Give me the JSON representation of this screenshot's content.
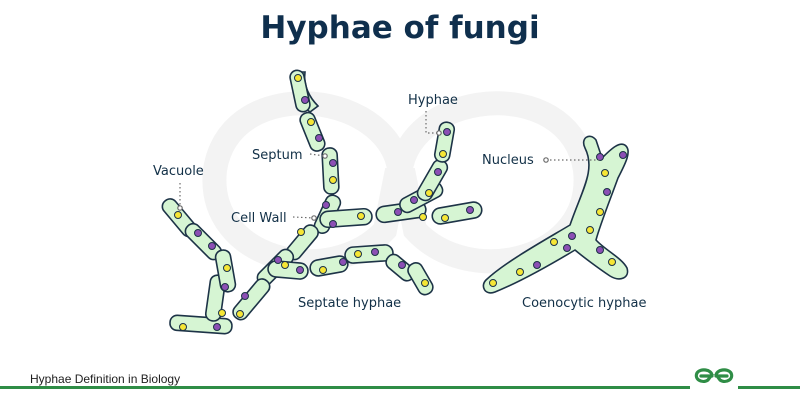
{
  "title": "Hyphae of fungi",
  "labels": {
    "vacuole": "Vacuole",
    "septum": "Septum",
    "hyphae": "Hyphae",
    "cell_wall": "Cell Wall",
    "nucleus": "Nucleus",
    "septate_hyphae": "Septate hyphae",
    "coenocytic_hyphae": "Coenocytic hyphae"
  },
  "footer": {
    "caption": "Hyphae Definition in Biology"
  },
  "colors": {
    "title": "#0f2f4d",
    "cell_fill": "#d6f5d3",
    "cell_stroke": "#1d3347",
    "nucleus_yellow": "#f6e635",
    "nucleus_purple": "#8c4fb4",
    "footer_bar": "#2f8d46",
    "watermark": "#f3f3f3"
  },
  "logo": {
    "icon": "gfg-logo-icon"
  }
}
